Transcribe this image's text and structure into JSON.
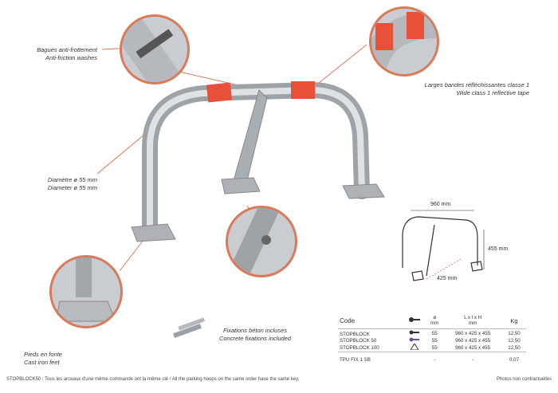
{
  "callouts": {
    "washers": {
      "fr": "Bagues anti-frottement",
      "en": "Anti-friction washes"
    },
    "tape": {
      "fr": "Larges bandes réfléchissantes classe 1",
      "en": "Wide class 1 reflective tape"
    },
    "diameter": {
      "fr": "Diamètre ø 55 mm",
      "en": "Diameter ø 55 mm"
    },
    "feet": {
      "fr": "Pieds en fonte",
      "en": "Cast iron feet"
    },
    "fixations": {
      "fr": "Fixations béton incluses",
      "en": "Concrete fixations included"
    }
  },
  "dimensions": {
    "width": "960 mm",
    "height": "455 mm",
    "depth": "425 mm"
  },
  "table": {
    "headers": {
      "code": "Code",
      "diameter": "ø",
      "diameter_unit": "mm",
      "size": "L x l x H",
      "size_unit": "mm",
      "weight": "Kg"
    },
    "rows": [
      {
        "code": "STOPBLOCK",
        "diameter": "55",
        "size": "960 x 425 x 455",
        "weight": "12,50"
      },
      {
        "code": "STOPBLOCK 50",
        "diameter": "55",
        "size": "960 x 425 x 455",
        "weight": "12,50"
      },
      {
        "code": "STOPBLOCK 100",
        "diameter": "55",
        "size": "960 x 425 x 455",
        "weight": "12,50"
      }
    ],
    "fix_row": {
      "code": "TPU FIX 1 SB",
      "diameter": "-",
      "size": "-",
      "weight": "0.07"
    }
  },
  "footer": {
    "note": "STOPBLOCK50 : Tous les arceaux d'une même commande ont la même clé / All the parking hoops on the same order have the same key.",
    "disclaimer": "Photos non contractuelles"
  },
  "colors": {
    "accent": "#d97a5a",
    "reflective": "#e8503a",
    "steel": "#b7bbc0"
  }
}
